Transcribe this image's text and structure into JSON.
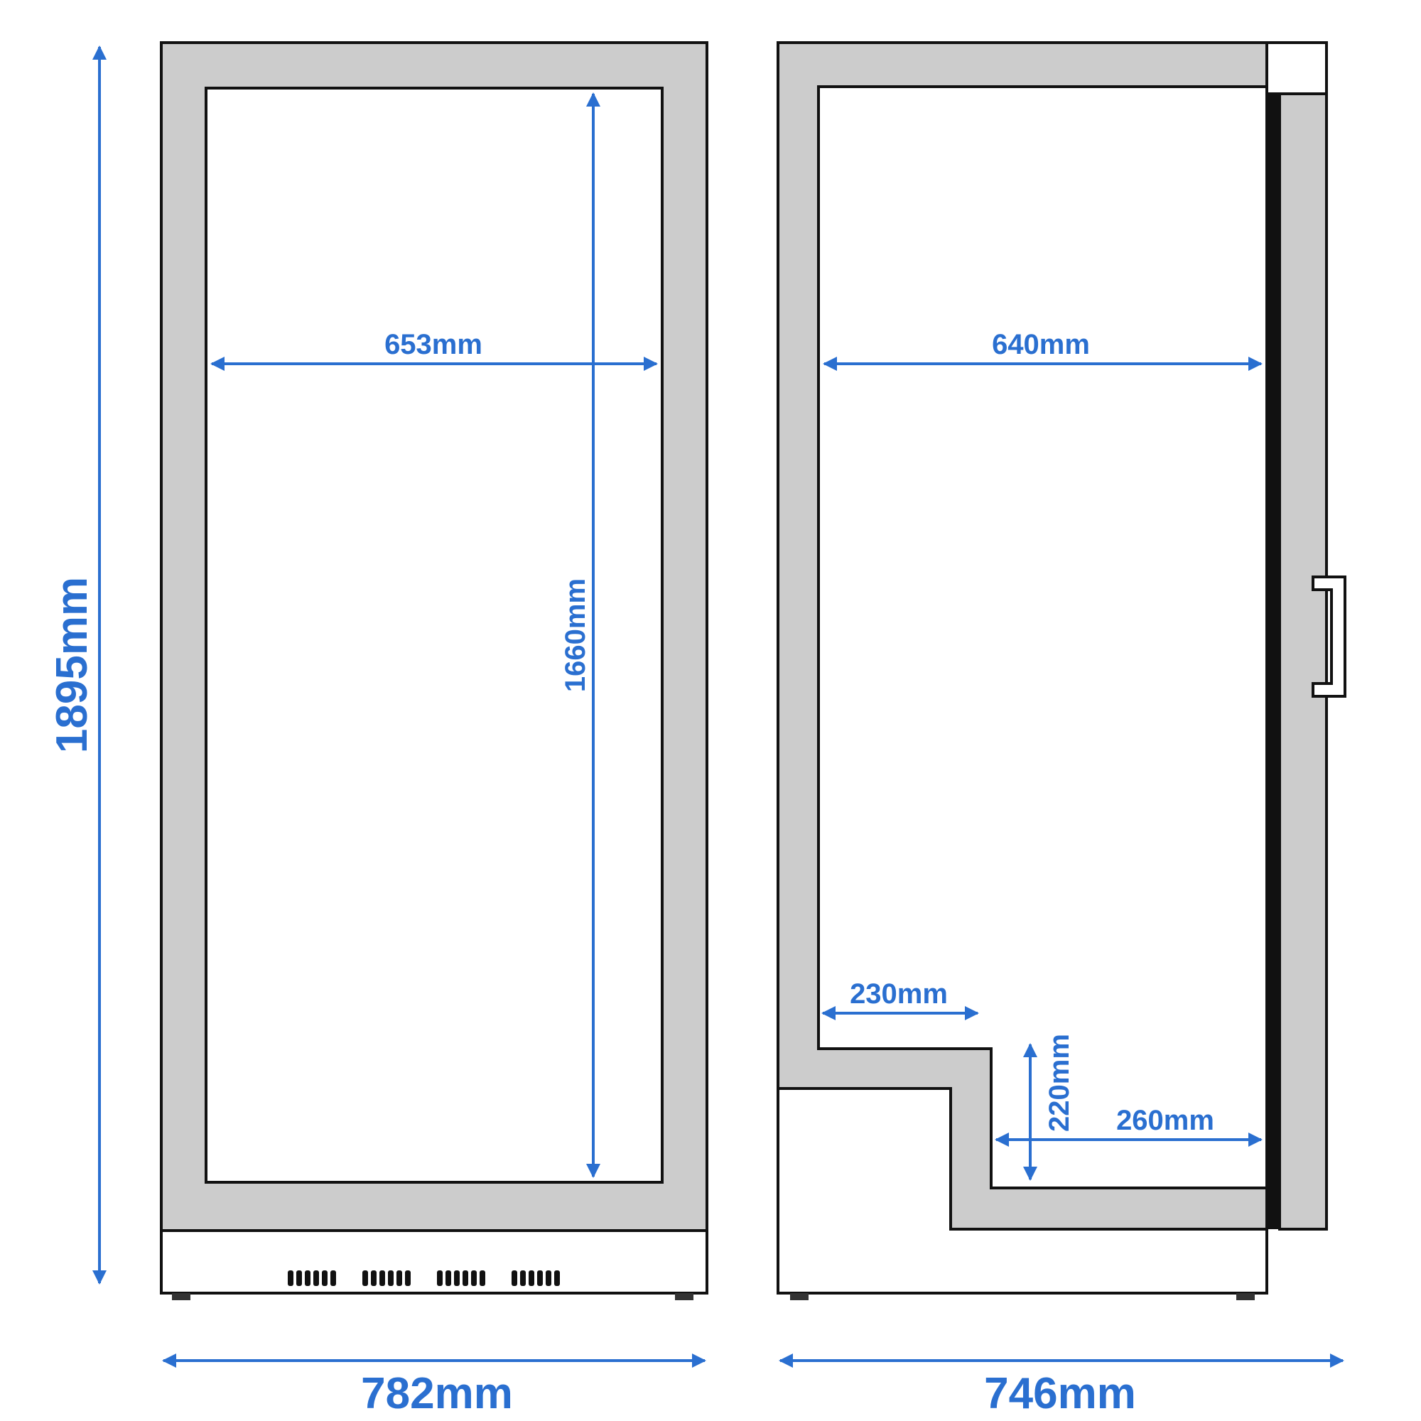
{
  "diagram": {
    "front_view": {
      "outer_height": "1895mm",
      "outer_width": "782mm",
      "inner_width": "653mm",
      "inner_height": "1660mm"
    },
    "side_view": {
      "outer_depth": "746mm",
      "inner_depth": "640mm",
      "step_depth": "230mm",
      "step_height": "220mm",
      "lower_depth": "260mm"
    },
    "colors": {
      "dimension": "#2a6fd0",
      "wall": "#cccccc",
      "outline": "#111111"
    }
  }
}
